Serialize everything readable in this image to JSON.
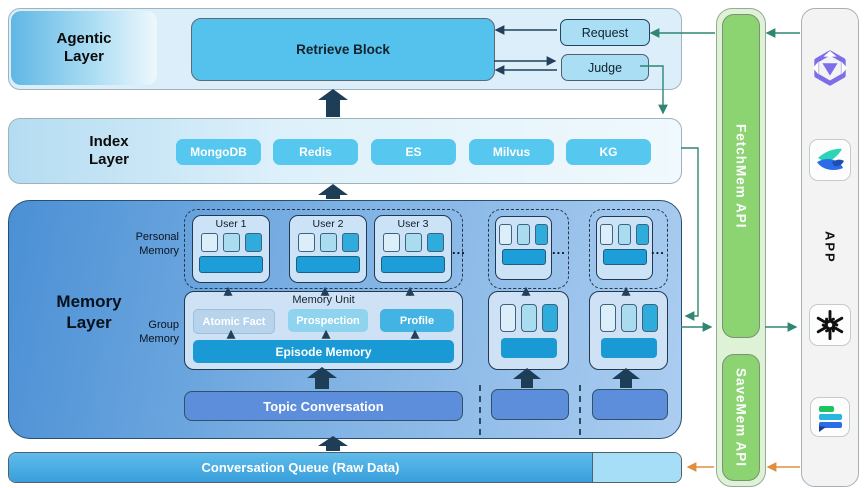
{
  "agentic": {
    "label": "Agentic Layer",
    "retrieve_block": "Retrieve Block",
    "request": "Request",
    "judge": "Judge"
  },
  "index": {
    "label": "Index Layer",
    "stores": [
      "MongoDB",
      "Redis",
      "ES",
      "Milvus",
      "KG"
    ]
  },
  "memory": {
    "label": "Memory Layer",
    "personal_label": "Personal Memory",
    "group_label": "Group Memory",
    "users": [
      "User 1",
      "User 2",
      "User 3"
    ],
    "ellipsis": "...",
    "memory_unit": {
      "title": "Memory Unit",
      "chips": [
        "Atomic Fact",
        "Prospection",
        "Profile"
      ],
      "episode": "Episode Memory"
    },
    "topic_conversation": "Topic Conversation"
  },
  "queue": {
    "label": "Conversation Queue (Raw Data)"
  },
  "apis": {
    "fetch": "FetchMem API",
    "save": "SaveMem API"
  },
  "app": {
    "label": "APP",
    "icons": [
      "qwen-logo",
      "lark-logo",
      "openai-logo",
      "chat-app-logo"
    ]
  },
  "colors": {
    "teal_line": "#2e8673",
    "orange_line": "#dd8f3e",
    "navy_arrow": "#23405a",
    "block_arrow": "#1e3e57",
    "api_green": "#8bd471",
    "index_chip": "#56c7ef",
    "episode_bar": "#1a9ad4",
    "topic_blue": "#5c8edb"
  }
}
